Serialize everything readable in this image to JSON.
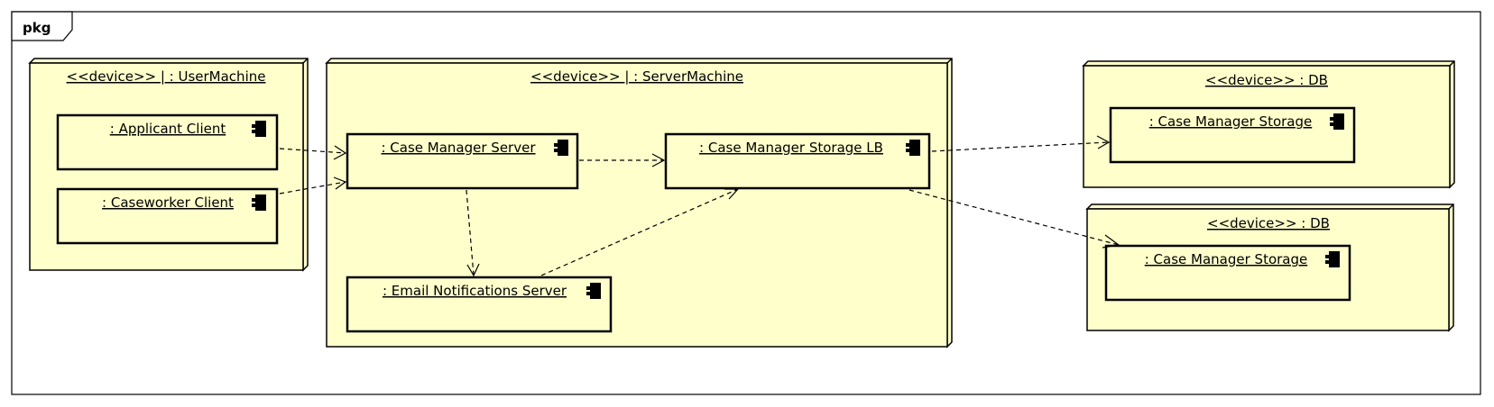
{
  "package": {
    "label": "pkg"
  },
  "nodes": {
    "user_machine": {
      "label": "<<device>> | : UserMachine"
    },
    "server_machine": {
      "label": "<<device>> | : ServerMachine"
    },
    "db1": {
      "label": "<<device>> : DB"
    },
    "db2": {
      "label": "<<device>> : DB"
    }
  },
  "components": {
    "applicant_client": {
      "label": ": Applicant Client",
      "icon": "component-icon"
    },
    "caseworker_client": {
      "label": ": Caseworker Client",
      "icon": "component-icon"
    },
    "case_manager_server": {
      "label": ": Case Manager Server",
      "icon": "component-icon"
    },
    "case_manager_storage_lb": {
      "label": ": Case Manager Storage LB",
      "icon": "component-icon"
    },
    "email_notifications_server": {
      "label": ": Email Notifications Server",
      "icon": "component-icon"
    },
    "case_manager_storage_1": {
      "label": ": Case Manager Storage",
      "icon": "component-icon"
    },
    "case_manager_storage_2": {
      "label": ": Case Manager Storage",
      "icon": "component-icon"
    }
  },
  "dependencies": [
    {
      "from": ": Applicant Client",
      "to": ": Case Manager Server"
    },
    {
      "from": ": Caseworker Client",
      "to": ": Case Manager Server"
    },
    {
      "from": ": Case Manager Server",
      "to": ": Case Manager Storage LB"
    },
    {
      "from": ": Case Manager Server",
      "to": ": Email Notifications Server"
    },
    {
      "from": ": Email Notifications Server",
      "to": ": Case Manager Storage LB"
    },
    {
      "from": ": Case Manager Storage LB",
      "to": ": Case Manager Storage"
    },
    {
      "from": ": Case Manager Storage LB",
      "to": ": Case Manager Storage"
    }
  ]
}
